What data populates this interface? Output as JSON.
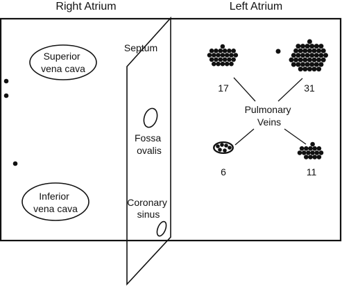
{
  "headings": {
    "right_atrium": "Right Atrium",
    "left_atrium": "Left Atrium"
  },
  "structures": {
    "superior_vena_cava": [
      "Superior",
      "vena cava"
    ],
    "inferior_vena_cava": [
      "Inferior",
      "vena cava"
    ],
    "septum": "Septum",
    "fossa_ovalis": [
      "Fossa",
      "ovalis"
    ],
    "coronary_sinus": [
      "Coronary",
      "sinus"
    ],
    "pulmonary_veins": [
      "Pulmonary",
      "Veins"
    ]
  },
  "vein_counts": {
    "upper_left": "17",
    "upper_right": "31",
    "lower_left": "6",
    "lower_right": "11"
  },
  "colors": {
    "ink": "#111111",
    "background": "#ffffff"
  }
}
